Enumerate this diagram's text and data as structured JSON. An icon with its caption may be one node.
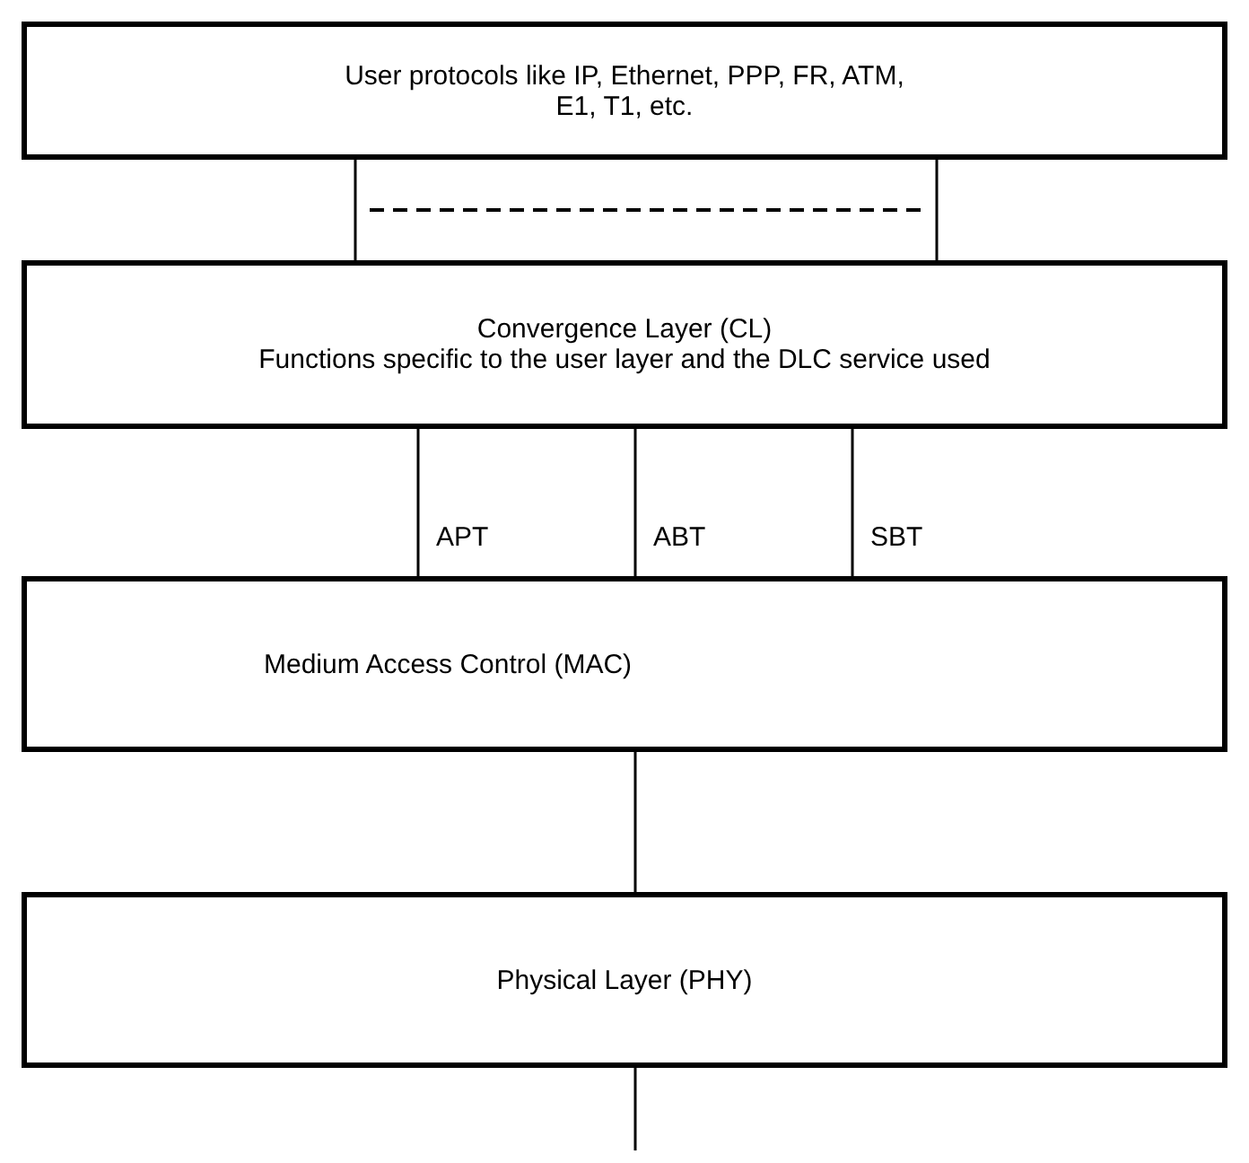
{
  "diagram": {
    "nodes": [
      {
        "text": [
          "User protocols like IP, Ethernet, PPP, FR, ATM, E1, T1, etc."
        ]
      },
      {
        "text": [
          "Convergence Layer (CL)",
          "Functions specific to the user layer and the DLC service used"
        ]
      },
      {
        "text": [
          "Medium Access Control (MAC)"
        ]
      },
      {
        "text": [
          "Physical Layer (PHY)"
        ]
      }
    ],
    "edges": [
      {
        "from": 0,
        "to": 1,
        "arrow": "none"
      },
      {
        "from": 0,
        "to": 1,
        "arrow": "none"
      },
      {
        "from": 1,
        "to": 2,
        "arrow": "none",
        "label": "APT"
      },
      {
        "from": 1,
        "to": 2,
        "arrow": "none",
        "label": "ABT"
      },
      {
        "from": 1,
        "to": 2,
        "arrow": "none",
        "label": "SBT"
      },
      {
        "from": 2,
        "to": 3,
        "arrow": "none"
      },
      {
        "from": 3,
        "to": null,
        "arrow": "none"
      }
    ]
  }
}
